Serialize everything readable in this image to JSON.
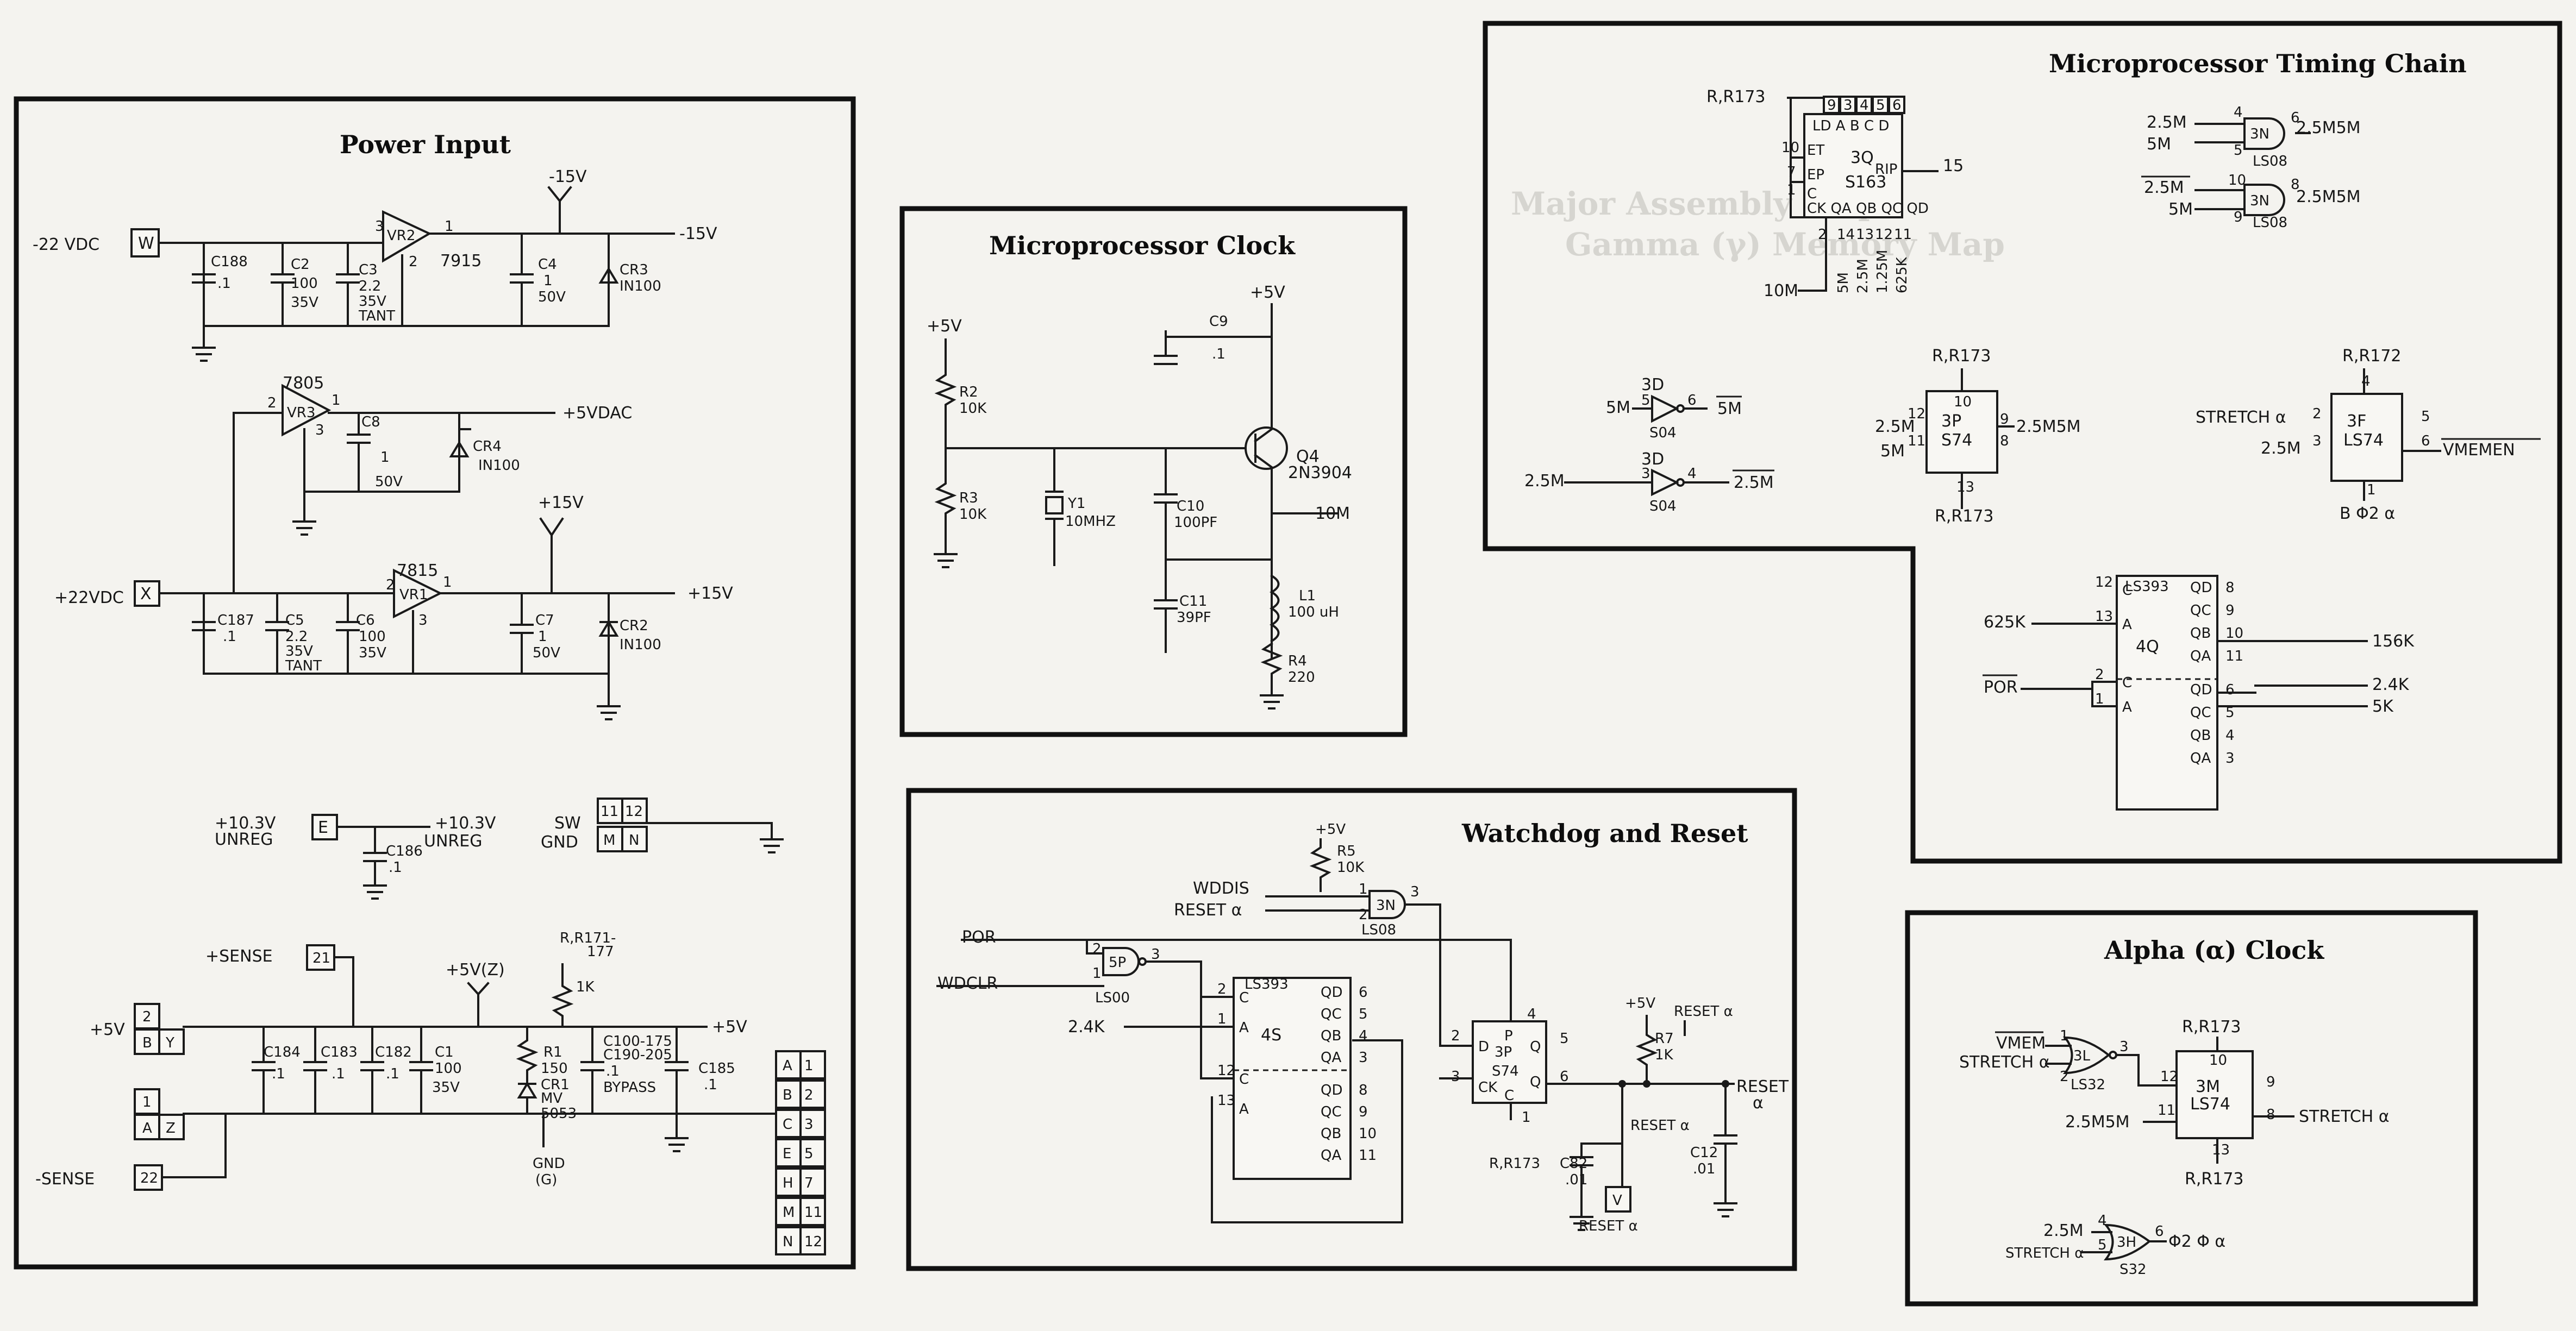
{
  "titles": {
    "power": "Power Input",
    "clock": "Microprocessor Clock",
    "watchdog": "Watchdog and Reset",
    "timing": "Microprocessor Timing Chain",
    "alpha": "Alpha (α) Clock"
  },
  "background": {
    "line1": "Major Assembly Map",
    "line2": "Gamma (γ) Memory Map"
  },
  "power": {
    "in22_label": "-22 VDC",
    "in22_conn": "W",
    "neg15_top": "-15V",
    "neg15_out": "-15V",
    "vr2": "VR2",
    "vr2_part": "7915",
    "vr2_pin3": "3",
    "vr2_pin1": "1",
    "vr2_pin2": "2",
    "c188": "C188",
    "c188_val": ".1",
    "c2": "C2",
    "c2_v1": "100",
    "c2_v2": "35V",
    "c3": "C3",
    "c3_v1": "2.2",
    "c3_v2": "35V",
    "c3_v3": "TANT",
    "c4": "C4",
    "c4_v1": "1",
    "c4_v2": "50V",
    "cr3": "CR3",
    "cr3_val": "IN100",
    "vr3_part": "7805",
    "vr3": "VR3",
    "vr3_pin2": "2",
    "vr3_pin1": "1",
    "vr3_pin3": "3",
    "c8": "C8",
    "c8_v1": "1",
    "c8_v2": "50V",
    "cr4": "CR4",
    "cr4_val": "IN100",
    "vdac": "+5VDAC",
    "p15_top": "+15V",
    "in22p_label": "+22VDC",
    "in22p_conn": "X",
    "vr1_part": "7815",
    "vr1": "VR1",
    "vr1_pin2": "2",
    "vr1_pin1": "1",
    "vr1_pin3": "3",
    "c187": "C187",
    "c187_val": ".1",
    "c5": "C5",
    "c5_v1": "2.2",
    "c5_v2": "35V",
    "c5_v3": "TANT",
    "c6": "C6",
    "c6_v1": "100",
    "c6_v2": "35V",
    "c7": "C7",
    "c7_v1": "1",
    "c7_v2": "50V",
    "cr2": "CR2",
    "cr2_val": "IN100",
    "p15_out": "+15V",
    "unreg_in1": "+10.3V",
    "unreg_in2": "UNREG",
    "unreg_conn": "E",
    "unreg_out1": "+10.3V",
    "unreg_out2": "UNREG",
    "c186": "C186",
    "c186_val": ".1",
    "sw": "SW",
    "gnd": "GND",
    "sw_p1": "11",
    "sw_p2": "12",
    "sw_p3": "M",
    "sw_p4": "N",
    "sense_p": "+SENSE",
    "sense_p_conn": "21",
    "p5_label": "+5V",
    "p5_conn1": "2",
    "p5_conn2": "B",
    "p5_conn3": "Y",
    "g_conn1": "1",
    "g_conn2": "A",
    "g_conn3": "Z",
    "sense_n": "-SENSE",
    "sense_n_conn": "22",
    "c184": "C184",
    "c184_val": ".1",
    "c183": "C183",
    "c183_val": ".1",
    "c182": "C182",
    "c182_val": ".1",
    "c1": "C1",
    "c1_v1": "100",
    "c1_v2": "35V",
    "p5z": "+5V(Z)",
    "rr171": "R,R171-",
    "rr171b": "177",
    "rr171_val": "1K",
    "r1": "R1",
    "r1_val": "150",
    "cr1": "CR1",
    "cr1_v1": "MV",
    "cr1_v2": "5053",
    "c100": "C100-175",
    "c190": "C190-205",
    "c100_val": ".1",
    "bypass": "BYPASS",
    "c185": "C185",
    "c185_val": ".1",
    "p5_out": "+5V",
    "gnd_g1": "GND",
    "gnd_g2": "(G)",
    "pins": [
      [
        "A",
        "1"
      ],
      [
        "B",
        "2"
      ],
      [
        "C",
        "3"
      ],
      [
        "E",
        "5"
      ],
      [
        "H",
        "7"
      ],
      [
        "M",
        "11"
      ],
      [
        "N",
        "12"
      ]
    ]
  },
  "clock": {
    "p5v": "+5V",
    "p5v_top": "+5V",
    "c9": "C9",
    "c9_val": ".1",
    "r2": "R2",
    "r2_val": "10K",
    "r3": "R3",
    "r3_val": "10K",
    "y1": "Y1",
    "y1_val": "10MHZ",
    "c10": "C10",
    "c10_val": "100PF",
    "q4": "Q4",
    "q4_val": "2N3904",
    "out": "10M",
    "c11": "C11",
    "c11_val": "39PF",
    "l1": "L1",
    "l1_val": "100 uH",
    "r4": "R4",
    "r4_val": "220"
  },
  "watchdog": {
    "p5v": "+5V",
    "r5": "R5",
    "r5_val": "10K",
    "wddis": "WDDIS",
    "reset_a": "RESET α",
    "g3n": "3N",
    "g3n_p1": "1",
    "g3n_p2": "2",
    "g3n_p3": "3",
    "ls08": "LS08",
    "por": "POR",
    "wdclr": "WDCLR",
    "g5p": "5P",
    "g5p_p1": "1",
    "g5p_p2": "2",
    "g5p_p3": "3",
    "ls00": "LS00",
    "k24": "2.4K",
    "cnt": "LS393",
    "cnt_ref": "4S",
    "cnt_pins_l": [
      "2",
      "1",
      "12",
      "13"
    ],
    "cnt_in": [
      "C",
      "A",
      "C",
      "A"
    ],
    "cnt_out": [
      "QD",
      "QC",
      "QB",
      "QA",
      "QD",
      "QC",
      "QB",
      "QA"
    ],
    "cnt_pins_r": [
      "6",
      "5",
      "4",
      "3",
      "8",
      "9",
      "10",
      "11"
    ],
    "ff": "3P",
    "ff_part": "S74",
    "ff_d": "D",
    "ff_ck": "CK",
    "ff_q": "Q",
    "ff_qb": "Q",
    "ff_p": "P",
    "ff_c": "C",
    "ff_pin2": "2",
    "ff_pin3": "3",
    "ff_pin4": "4",
    "ff_pin5": "5",
    "ff_pin6": "6",
    "ff_pin1": "1",
    "rr173": "R,R173",
    "c82": "C82",
    "c82_val": ".01",
    "conn_v": "V",
    "reset_bar": "RESET α",
    "r7": "R7",
    "r7_val": "1K",
    "p5v2": "+5V",
    "reset_a2": "RESET α",
    "c12": "C12",
    "c12_val": ".01",
    "reset_out1": "RESET",
    "reset_out2": "α",
    "reset_a3": "RESET α"
  },
  "timing": {
    "rr173": "R,R173",
    "counter": "3Q",
    "counter_part": "S163",
    "top_pins": [
      "9",
      "3",
      "4",
      "5",
      "6"
    ],
    "top_labels": "LD A B C D",
    "et": "ET",
    "ep": "EP",
    "c": "C",
    "ck_row": "CK QA QB QC QD",
    "rip": "RIP",
    "pin10": "10",
    "pin7": "7",
    "pin1": "1",
    "pin15": "15",
    "bot_pins": [
      "2",
      "14",
      "13",
      "12",
      "11"
    ],
    "bot_labels": [
      "5M",
      "2.5M",
      "1.25M",
      "625K"
    ],
    "ten_m": "10M",
    "g3n_in1": "2.5M",
    "g3n_in2": "5M",
    "g3n": "3N",
    "g3n_out": "2.5M5M",
    "g3n_part": "LS08",
    "g3n_p4": "4",
    "g3n_p5": "5",
    "g3n_p6": "6",
    "g3n2_in1": "2.5M",
    "g3n2_in2": "5M",
    "g3n2": "3N",
    "g3n2_out": "2.5M5M",
    "g3n2_part": "LS08",
    "g3n2_p10": "10",
    "g3n2_p9": "9",
    "g3n2_p8": "8",
    "inv1_ref": "3D",
    "inv1_in": "5M",
    "inv1_out": "5M",
    "inv1_part": "S04",
    "inv1_p5": "5",
    "inv1_p6": "6",
    "inv2_ref": "3D",
    "inv2_in": "2.5M",
    "inv2_out": "2.5M",
    "inv2_part": "S04",
    "inv2_p3": "3",
    "inv2_p4": "4",
    "ff1_rr": "R,R173",
    "ff1_ref": "3P",
    "ff1_part": "S74",
    "ff1_d": "2.5M",
    "ff1_ck": "5M",
    "ff1_out": "2.5M5M",
    "ff1_p10": "10",
    "ff1_p12": "12",
    "ff1_p11": "11",
    "ff1_p9": "9",
    "ff1_p8": "8",
    "ff1_p13": "13",
    "ff1_rr2": "R,R173",
    "ff2_rr": "R,R172",
    "ff2_ref": "3F",
    "ff2_part": "LS74",
    "ff2_d": "STRETCH α",
    "ff2_ck": "2.5M",
    "ff2_out": "VMEMEN",
    "ff2_bot": "B Φ2 α",
    "ff2_p4": "4",
    "ff2_p2": "2",
    "ff2_p3": "3",
    "ff2_p5": "5",
    "ff2_p6": "6",
    "ff2_p1": "1",
    "cnt2": "LS393",
    "cnt2_ref": "4Q",
    "cnt2_in1": "625K",
    "cnt2_in2": "POR",
    "cnt2_pins_l": [
      "12",
      "13",
      "2",
      "1"
    ],
    "cnt2_in": [
      "C",
      "A",
      "C",
      "A"
    ],
    "cnt2_out": [
      "QD",
      "QC",
      "QB",
      "QA",
      "QD",
      "QC",
      "QB",
      "QA"
    ],
    "cnt2_pins_r": [
      "8",
      "9",
      "10",
      "11",
      "6",
      "5",
      "4",
      "3"
    ],
    "o156": "156K",
    "o24": "2.4K",
    "o5k": "5K"
  },
  "alpha": {
    "vmem": "VMEM",
    "stretch": "STRETCH α",
    "g3l": "3L",
    "g3l_part": "LS32",
    "g3l_p1": "1",
    "g3l_p2": "2",
    "g3l_p3": "3",
    "ff_rr": "R,R173",
    "ff_ref": "3M",
    "ff_part": "LS74",
    "ff_ck": "2.5M5M",
    "ff_out": "STRETCH α",
    "ff_p10": "10",
    "ff_p12": "12",
    "ff_p11": "11",
    "ff_p9": "9",
    "ff_p8": "8",
    "ff_p13": "13",
    "ff_rr2": "R,R173",
    "g3h_in1": "2.5M",
    "g3h_in2": "STRETCH α",
    "g3h": "3H",
    "g3h_part": "S32",
    "g3h_p4": "4",
    "g3h_p5": "5",
    "g3h_p6": "6",
    "g3h_out": "Φ2 Φ α"
  }
}
